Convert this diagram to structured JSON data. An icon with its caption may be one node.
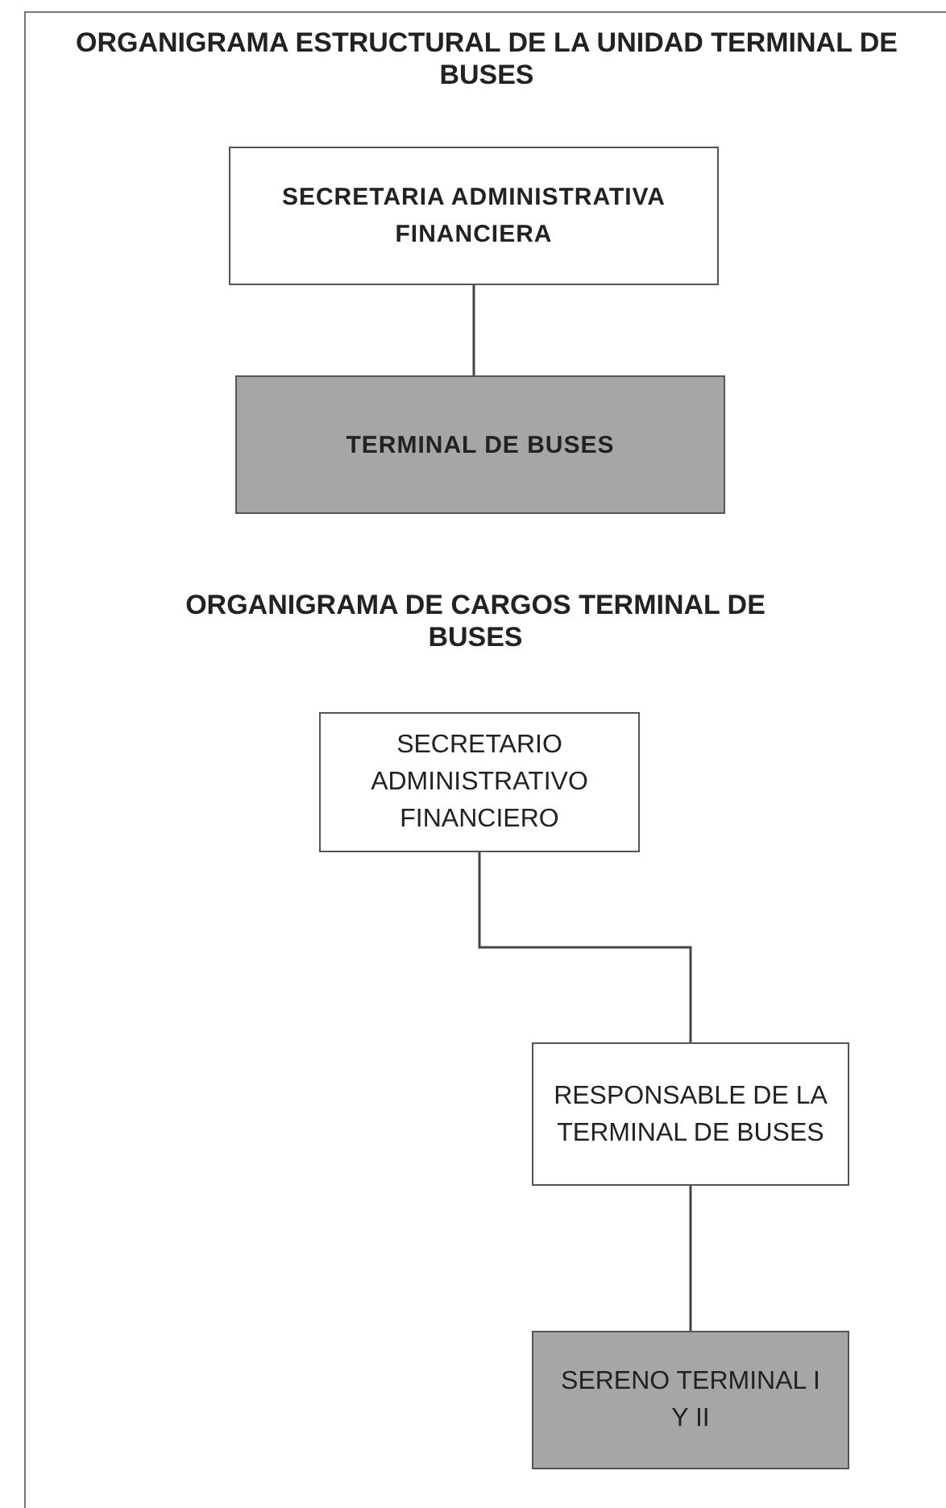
{
  "diagram": {
    "title": "ORGANIGRAMA ESTRUCTURAL DE LA UNIDAD TERMINAL DE BUSES",
    "nodes": [
      {
        "text": [
          "SECRETARIA ADMINISTRATIVA FINANCIERA"
        ]
      },
      {
        "text": [
          "TERMINAL DE BUSES"
        ]
      },
      {
        "text": [
          "SECRETARIO ADMINISTRATIVO FINANCIERO"
        ]
      },
      {
        "text": [
          "RESPONSABLE DE LA TERMINAL DE BUSES"
        ]
      },
      {
        "text": [
          "SERENO TERMINAL I Y II"
        ]
      }
    ],
    "edges": [
      {
        "from": 0,
        "to": 1,
        "arrow": "none"
      },
      {
        "from": 2,
        "to": 3,
        "arrow": "none"
      },
      {
        "from": 3,
        "to": 4,
        "arrow": "none"
      }
    ],
    "labels": [
      "ORGANIGRAMA DE CARGOS TERMINAL DE BUSES"
    ]
  }
}
